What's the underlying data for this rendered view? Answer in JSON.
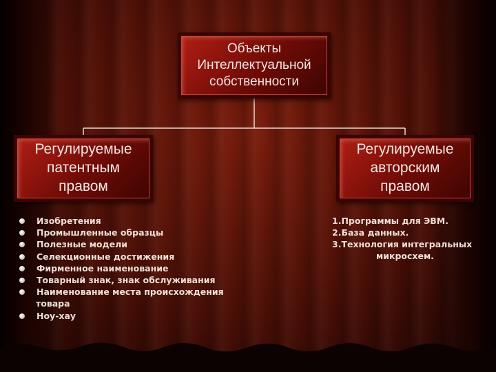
{
  "diagram": {
    "root": {
      "lines": [
        "Объекты",
        "Интеллектуальной",
        "собственности"
      ]
    },
    "left_box": {
      "lines": [
        "Регулируемые",
        "патентным",
        "правом"
      ]
    },
    "right_box": {
      "lines": [
        "Регулируемые",
        "авторским",
        "правом"
      ]
    },
    "left_list": [
      "Изобретения",
      "Промышленные образцы",
      "Полезные модели",
      "Селекционные достижения",
      "Фирменное наименование",
      "Товарный знак, знак обслуживания",
      "Наименование места происхождения",
      "Ноу-хау"
    ],
    "left_list_wrap": "товара",
    "right_list": [
      "1.Программы для ЭВМ.",
      "2.База данных.",
      "3.Технология интегральных"
    ],
    "right_list_wrap": "микросхем."
  },
  "colors": {
    "background": "#4a0f06",
    "box_fill": "#8e140c",
    "box_border": "#3a0402",
    "text": "#f4e6e2",
    "connector": "#e8dcd6"
  }
}
